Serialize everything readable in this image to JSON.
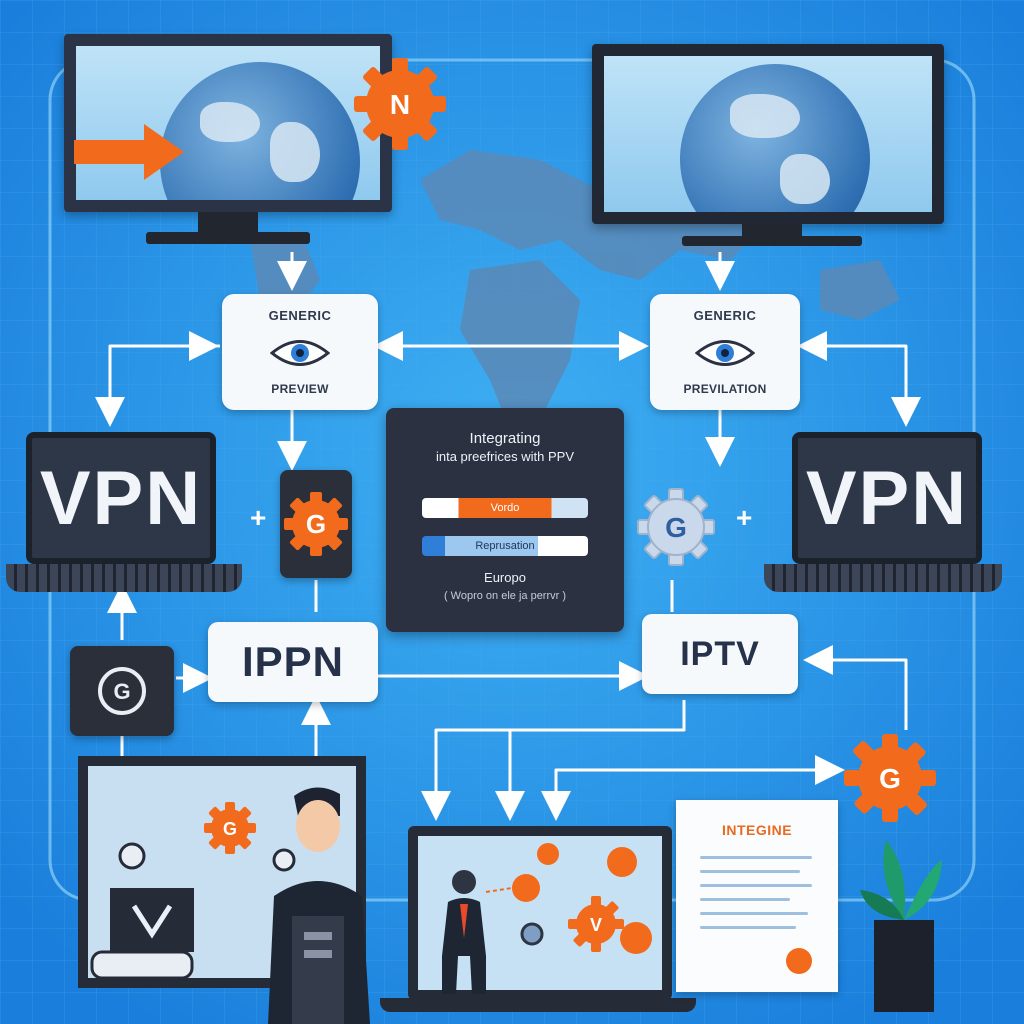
{
  "colors": {
    "background": "#1f8fe6",
    "accent_orange": "#f26b1d",
    "dark_panel": "#2b3140",
    "card": "#f6f9fc",
    "arrow": "#ffffff"
  },
  "badges": {
    "top_gear": "N"
  },
  "cards": {
    "left": {
      "title": "GENERIC",
      "subtitle": "PREVIEW"
    },
    "right": {
      "title": "GENERIC",
      "subtitle": "PREVILATION"
    }
  },
  "laptops": {
    "left": "VPN",
    "right": "VPN"
  },
  "gears": {
    "left": "G",
    "right": "G",
    "side": "G",
    "bottom_right": "G",
    "scene_left": "G",
    "scene_mid": "V"
  },
  "plus_sign": "+",
  "center_panel": {
    "title": "Integrating",
    "subtitle": "inta preefrices with PPV",
    "bar_left": "Vordo",
    "bar_right": "Reprusation",
    "region": "Europo",
    "note": "( Wopro on ele ja perrvr )"
  },
  "boxes": {
    "left": "IPPN",
    "right": "IPTV"
  },
  "document": {
    "title": "INTEGINE"
  },
  "icons": [
    "globe-icon",
    "eye-icon",
    "gear-icon",
    "laptop-icon",
    "monitor-icon",
    "document-icon",
    "plant-icon",
    "person-icon",
    "arrow-icon"
  ]
}
